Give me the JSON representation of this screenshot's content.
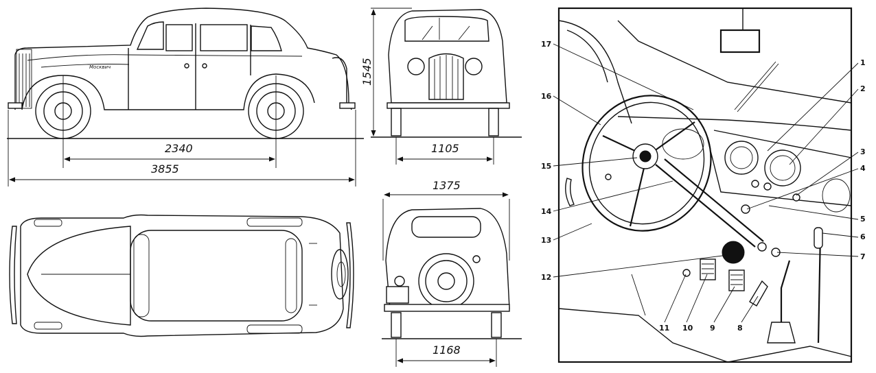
{
  "dimensions": {
    "wheelbase": "2340",
    "overall_length": "3855",
    "height": "1545",
    "front_track": "1105",
    "width": "1375",
    "rear_track": "1168"
  },
  "side_badge": "Москвич",
  "callouts": [
    "1",
    "2",
    "3",
    "4",
    "5",
    "6",
    "7",
    "8",
    "9",
    "10",
    "11",
    "12",
    "13",
    "14",
    "15",
    "16",
    "17"
  ]
}
